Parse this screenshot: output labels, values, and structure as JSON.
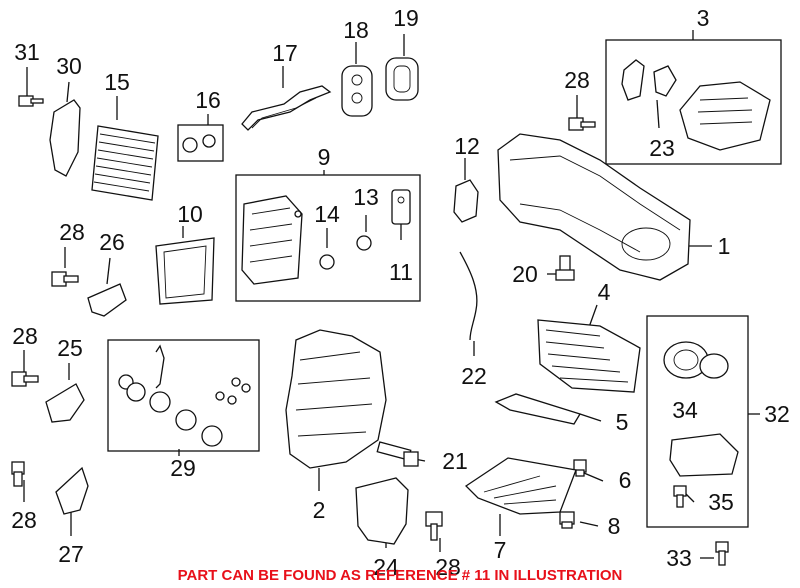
{
  "callouts": {
    "c1": "1",
    "c2": "2",
    "c3": "3",
    "c4": "4",
    "c5": "5",
    "c6": "6",
    "c7": "7",
    "c8": "8",
    "c9": "9",
    "c10": "10",
    "c11": "11",
    "c12": "12",
    "c13": "13",
    "c14": "14",
    "c15": "15",
    "c16": "16",
    "c17": "17",
    "c18": "18",
    "c19": "19",
    "c20": "20",
    "c21": "21",
    "c22": "22",
    "c23": "23",
    "c24": "24",
    "c25": "25",
    "c26": "26",
    "c27": "27",
    "c28a": "28",
    "c28b": "28",
    "c28c": "28",
    "c28d": "28",
    "c28e": "28",
    "c29": "29",
    "c30": "30",
    "c31": "31",
    "c32": "32",
    "c33": "33",
    "c34": "34",
    "c35": "35"
  },
  "footer_note": "PART CAN BE FOUND AS REFERENCE # 11 IN ILLUSTRATION",
  "colors": {
    "footer_text": "#e8101a",
    "ink": "#111111"
  }
}
